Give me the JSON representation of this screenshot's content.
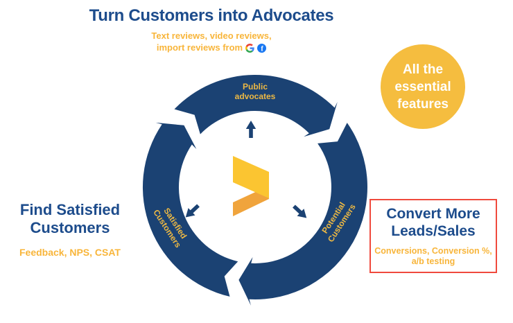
{
  "title": "Turn Customers into Advocates",
  "subtitle": {
    "line1": "Text reviews, video reviews,",
    "line2": "import reviews from",
    "icons": [
      "google-icon",
      "facebook-icon"
    ]
  },
  "cycle": {
    "top_label": {
      "line1": "Public",
      "line2": "advocates"
    },
    "left_label": {
      "line1": "Satisfied",
      "line2": "Customers"
    },
    "right_label": {
      "line1": "Potential",
      "line2": "Customers"
    },
    "center_logo": "chevron-play-logo",
    "flow_icons": [
      "arrow-up-icon",
      "arrow-down-left-icon",
      "arrow-down-right-icon"
    ]
  },
  "left_callout": {
    "heading_line1": "Find Satisfied",
    "heading_line2": "Customers",
    "subtext": "Feedback, NPS, CSAT"
  },
  "features_badge": {
    "line1": "All the",
    "line2": "essential",
    "line3": "features"
  },
  "convert_callout": {
    "heading_line1": "Convert More",
    "heading_line2": "Leads/Sales",
    "subtext_line1": "Conversions,  Conversion %,",
    "subtext_line2": "a/b testing"
  },
  "colors": {
    "heading_blue": "#1d4c8c",
    "ring_navy": "#1b4273",
    "accent_yellow": "#f8b53a",
    "arc_label_yellow": "#ecb844",
    "badge_yellow": "#f5bd3f",
    "logo_yellow": "#fbc531",
    "logo_orange": "#f0a43c",
    "red_border": "#f0493c",
    "facebook_blue": "#1877f2"
  }
}
